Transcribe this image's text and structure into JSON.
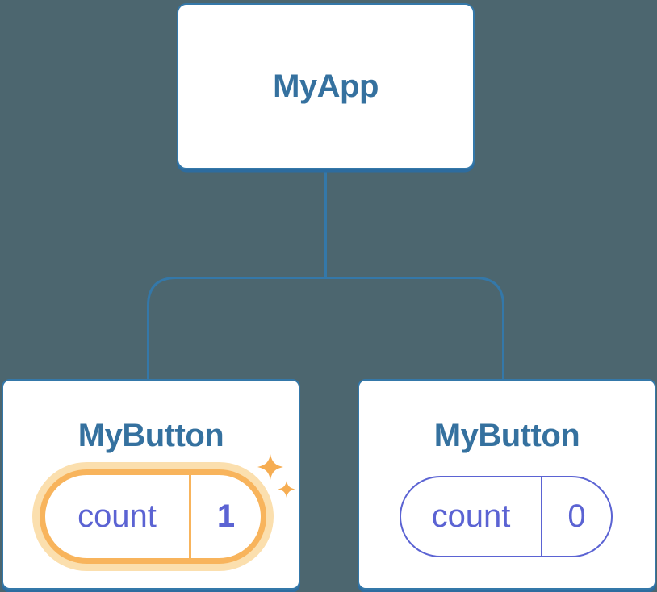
{
  "diagram": {
    "description": "React component tree",
    "root": {
      "label": "MyApp"
    },
    "children": [
      {
        "label": "MyButton",
        "state": {
          "name": "count",
          "value": "1"
        },
        "highlighted": true,
        "icon": "sparkle-icon"
      },
      {
        "label": "MyButton",
        "state": {
          "name": "count",
          "value": "0"
        },
        "highlighted": false
      }
    ],
    "colors": {
      "background": "#4C666F",
      "card_border": "#3478A9",
      "card_shadow": "#2D6C9F",
      "title_text": "#35719F",
      "state_text": "#5B63D3",
      "highlight_orange": "#F8B45C",
      "highlight_halo": "#FBDFAE",
      "sparkle": "#F6AD52"
    }
  }
}
